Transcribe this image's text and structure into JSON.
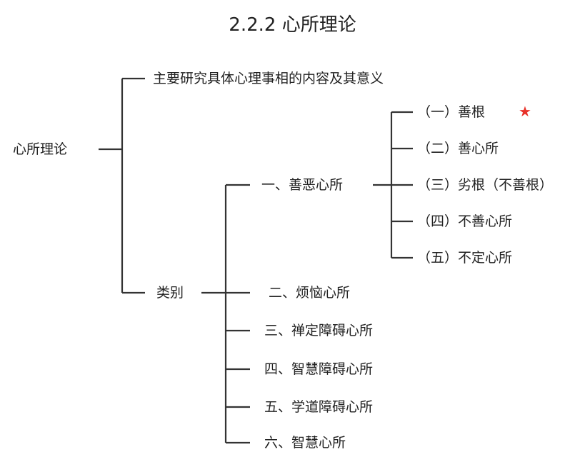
{
  "title": "2.2.2 心所理论",
  "root": "心所理论",
  "branch_main": "主要研究具体心理事相的内容及其意义",
  "branch_category": "类别",
  "categories": [
    "一、善恶心所",
    "二、烦恼心所",
    "三、禅定障碍心所",
    "四、智慧障碍心所",
    "五、学道障碍心所",
    "六、智慧心所"
  ],
  "good_evil": [
    "（一）善根",
    "（二）善心所",
    "（三）劣根（不善根）",
    "（四）不善心所",
    "（五）不定心所"
  ],
  "star_mark": "★",
  "colors": {
    "line": "#333333",
    "star": "#e8322a"
  }
}
